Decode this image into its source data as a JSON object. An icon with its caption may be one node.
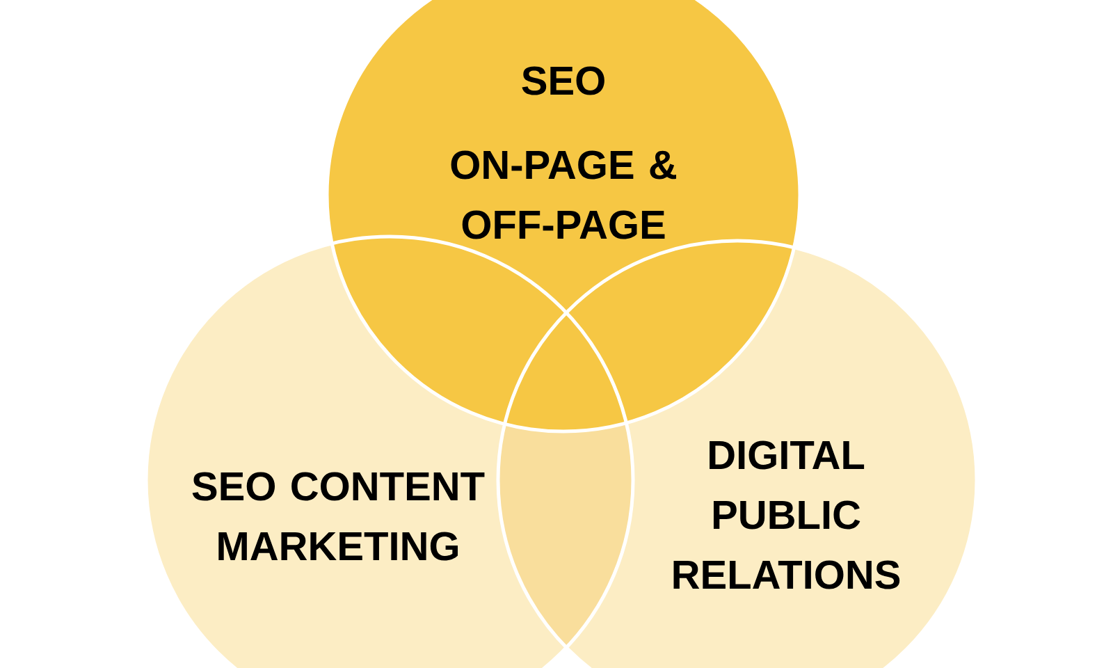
{
  "diagram": {
    "nodes": [
      {
        "text": [
          "SEO",
          "ON-PAGE & OFF-PAGE"
        ]
      },
      {
        "text": [
          "SEO CONTENT MARKETING"
        ]
      },
      {
        "text": [
          "DIGITAL PUBLIC RELATIONS"
        ]
      }
    ]
  }
}
